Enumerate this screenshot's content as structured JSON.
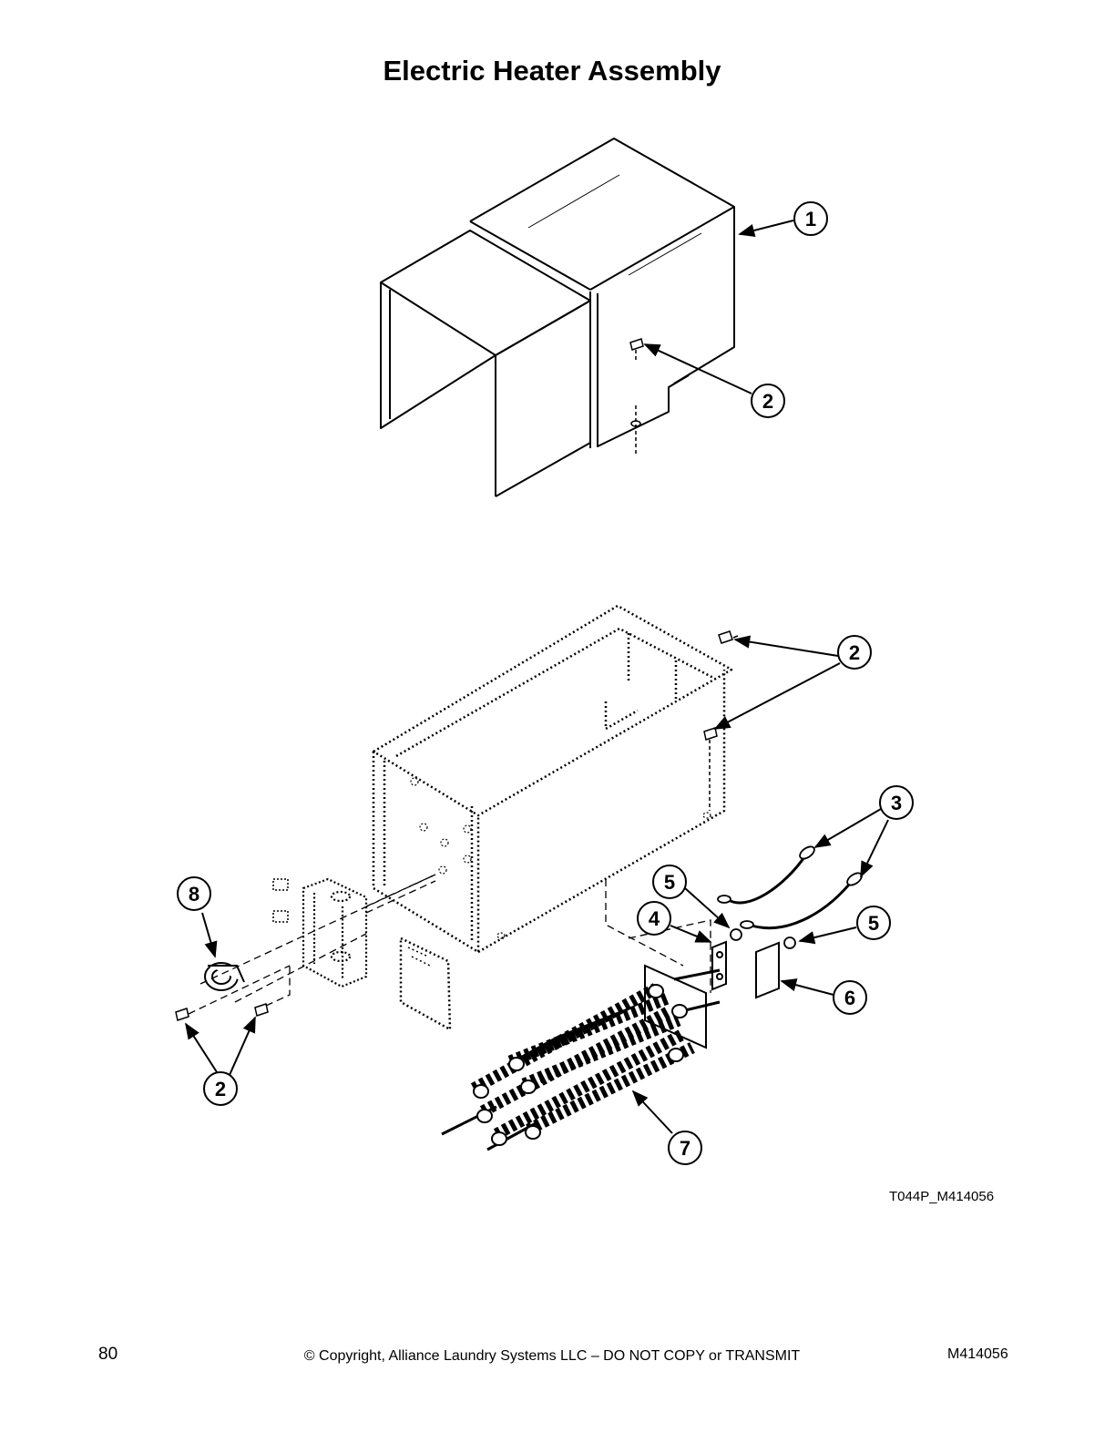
{
  "header": {
    "title": "Electric Heater Assembly"
  },
  "diagram": {
    "callouts": [
      {
        "number": "1"
      },
      {
        "number": "2"
      },
      {
        "number": "2"
      },
      {
        "number": "3"
      },
      {
        "number": "5"
      },
      {
        "number": "4"
      },
      {
        "number": "5"
      },
      {
        "number": "6"
      },
      {
        "number": "8"
      },
      {
        "number": "2"
      },
      {
        "number": "7"
      }
    ],
    "drawing_id": "T044P_M414056"
  },
  "footer": {
    "page_number": "80",
    "copyright": "© Copyright, Alliance Laundry Systems LLC – DO NOT COPY or TRANSMIT",
    "doc_number": "M414056"
  }
}
